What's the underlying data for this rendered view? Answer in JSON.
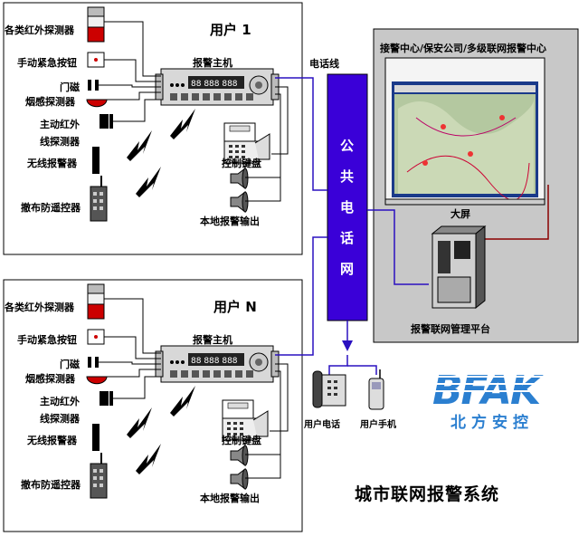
{
  "user_top": {
    "title": "用户 1",
    "host": "报警主机",
    "sensors": [
      "各类红外探测器",
      "手动紧急按钮",
      "门磁",
      "烟感探测器",
      "主动红外",
      "线探测器",
      "无线报警器",
      "撤布防遥控器"
    ],
    "keyboard": "控制键盘",
    "local_output": "本地报警输出"
  },
  "user_bottom": {
    "title": "用户 N",
    "host": "报警主机",
    "sensors": [
      "各类红外探测器",
      "手动紧急按钮",
      "门磁",
      "烟感探测器",
      "主动红外",
      "线探测器",
      "无线报警器",
      "撤布防遥控器"
    ],
    "keyboard": "控制键盘",
    "local_output": "本地报警输出"
  },
  "phone_line": "电话线",
  "pstn": [
    "公",
    "共",
    "电",
    "话",
    "网"
  ],
  "center": {
    "title": "接警中心/保安公司/多级联网报警中心",
    "screen_label": "大屏",
    "platform_label": "报警联网管理平台"
  },
  "endpoints": {
    "home_phone": "用户电话",
    "mobile": "用户手机"
  },
  "logo": {
    "text": "BFAK",
    "subtitle": "北方安控"
  },
  "system_title": "城市联网报警系统"
}
